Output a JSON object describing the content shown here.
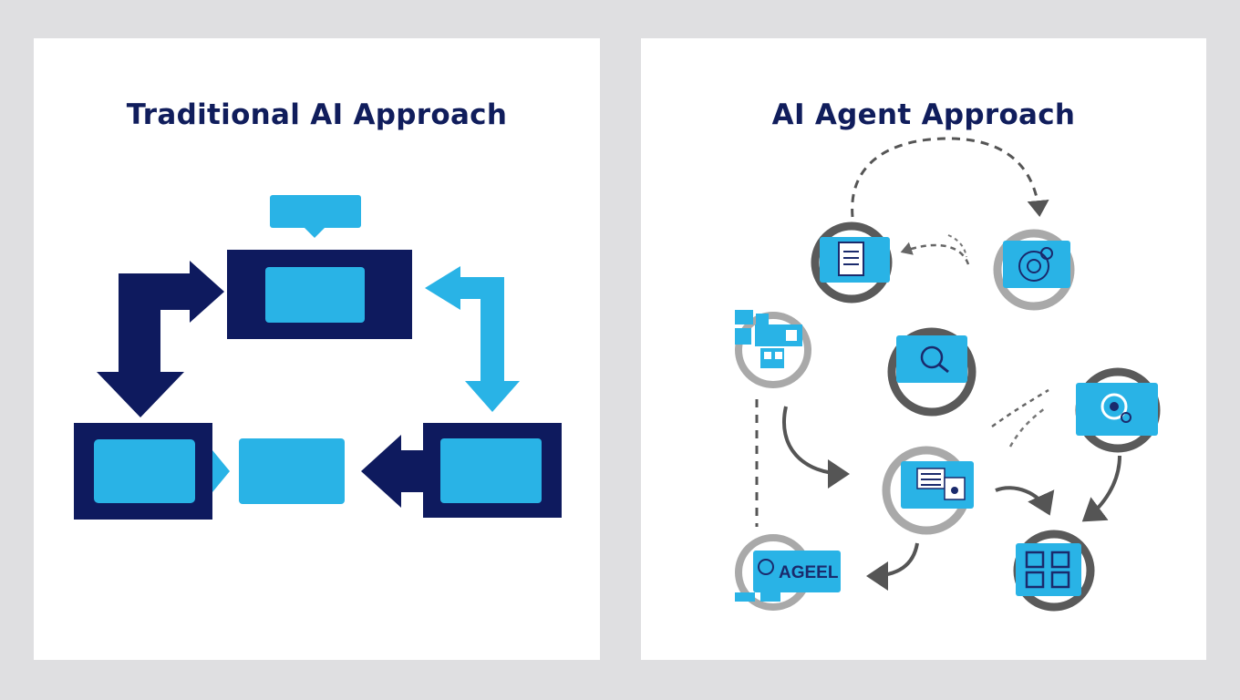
{
  "left_panel": {
    "title": "Traditional AI Approach"
  },
  "right_panel": {
    "title": "AI Agent Approach",
    "agent_label": "AGEEL"
  },
  "colors": {
    "navy": "#0e1a5e",
    "sky": "#29b3e6",
    "ring_dark": "#5a5a5a",
    "ring_light": "#a9a9a9",
    "arrow": "#555555",
    "background": "#dfdfe1",
    "panel": "#ffffff"
  },
  "icons": {
    "node_top_left": "clipboard-icon",
    "node_top_right": "target-icon",
    "node_mid_left": "dashboard-icon",
    "node_center": "search-icon",
    "node_mid_right": "analytics-icon",
    "node_bottom_center": "document-icon",
    "node_bottom_left": "agent-icon",
    "node_bottom_right": "grid-icon"
  }
}
